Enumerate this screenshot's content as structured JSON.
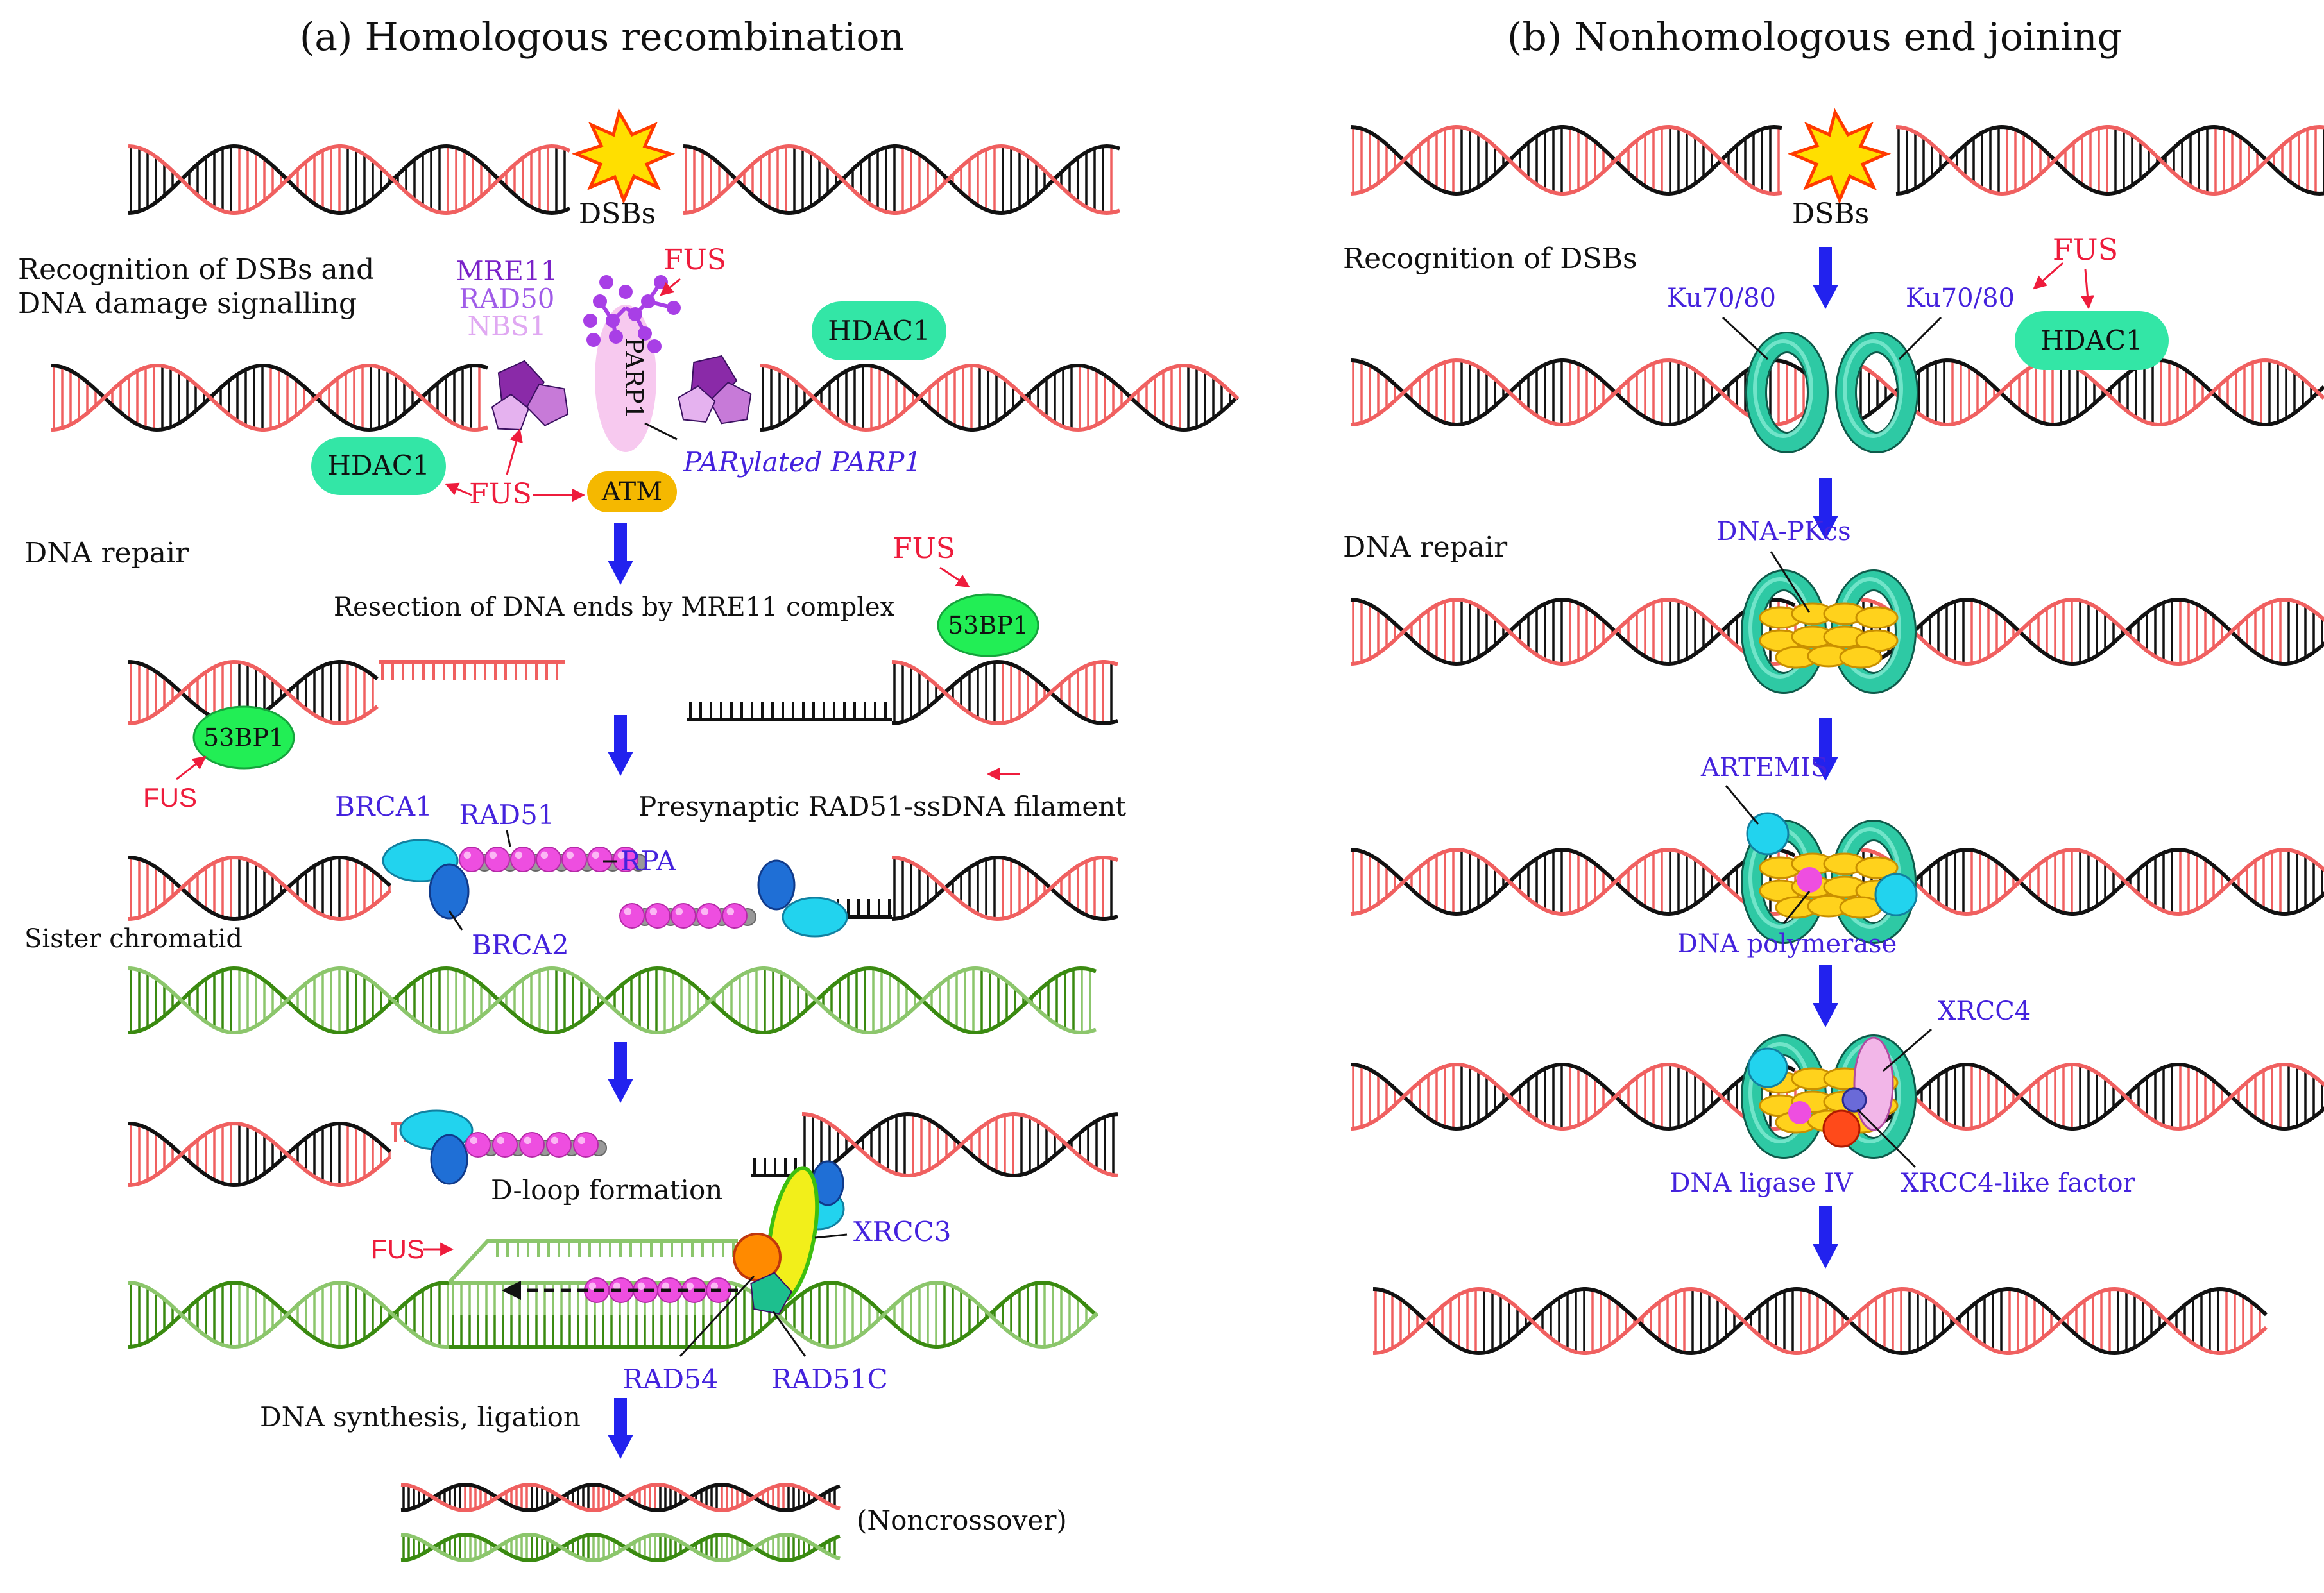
{
  "colors": {
    "red_strand": "#f06060",
    "black_strand": "#111111",
    "green_strand": "#3a8a10",
    "light_green_strand": "#8cc66c",
    "arrow_blue": "#2222ee",
    "fus_red": "#ee1c3c",
    "label_blue": "#4422dd",
    "label_purple": "#7a22c8",
    "hdac_green": "#33e6a6",
    "bp53_green": "#22ee55",
    "atm_orange": "#f5b800",
    "ku_teal": "#2ec9a4",
    "brca1_cyan": "#22d3ee",
    "brca2_blue": "#1f6fd6",
    "rad51_pink": "#ee4ee0",
    "rpa_gray": "#999999",
    "pkcs_yellow": "#ffd21c"
  },
  "panel_a": {
    "title": "(a) Homologous recombination",
    "dsb_label": "DSBs",
    "recognition_line1": "Recognition of DSBs and",
    "recognition_line2": "DNA damage signalling",
    "mre11": "MRE11",
    "rad50": "RAD50",
    "nbs1": "NBS1",
    "fus": "FUS",
    "parp1": "PARP1",
    "parylated_parp1": "PARylated PARP1",
    "hdac1": "HDAC1",
    "atm": "ATM",
    "dna_repair": "DNA repair",
    "resection": "Resection of DNA ends by MRE11 complex",
    "bp53": "53BP1",
    "brca1": "BRCA1",
    "brca2": "BRCA2",
    "rad51": "RAD51",
    "rpa": "RPA",
    "presynaptic": "Presynaptic RAD51-ssDNA filament",
    "sister_chromatid": "Sister chromatid",
    "dloop": "D-loop formation",
    "xrcc3": "XRCC3",
    "rad54": "RAD54",
    "rad51c": "RAD51C",
    "synthesis": "DNA synthesis, ligation",
    "noncrossover": "(Noncrossover)"
  },
  "panel_b": {
    "title": "(b) Nonhomologous end joining",
    "dsb_label": "DSBs",
    "recognition": "Recognition of DSBs",
    "ku": "Ku70/80",
    "fus": "FUS",
    "hdac1": "HDAC1",
    "dna_repair": "DNA repair",
    "dnapkcs": "DNA-PKcs",
    "artemis": "ARTEMIS",
    "polymerase": "DNA polymerase",
    "xrcc4": "XRCC4",
    "ligase": "DNA ligase IV",
    "xlf": "XRCC4-like factor"
  }
}
